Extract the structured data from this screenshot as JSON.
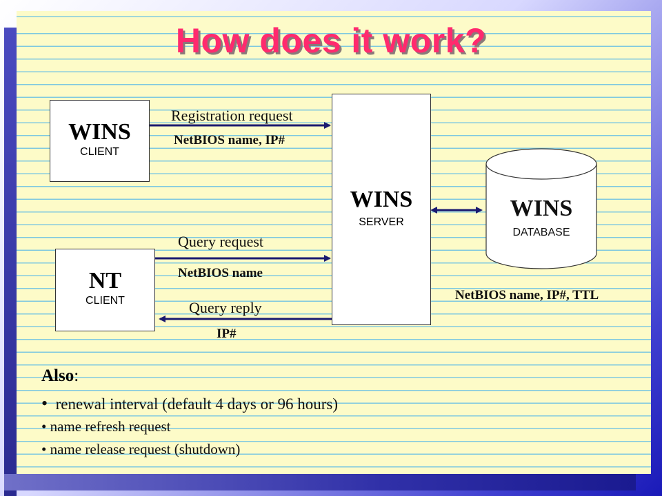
{
  "title": "How does it work?",
  "wins_client": {
    "title": "WINS",
    "subtitle": "CLIENT"
  },
  "nt_client": {
    "title": "NT",
    "subtitle": "CLIENT"
  },
  "wins_server": {
    "title": "WINS",
    "subtitle": "SERVER"
  },
  "wins_database": {
    "title": "WINS",
    "subtitle": "DATABASE"
  },
  "registration": {
    "label": "Registration request",
    "payload": "NetBIOS name, IP#"
  },
  "query_request": {
    "label": "Query request",
    "payload": "NetBIOS name"
  },
  "query_reply": {
    "label": "Query reply",
    "payload": "IP#"
  },
  "database_payload": "NetBIOS name, IP#, TTL",
  "also": {
    "heading": "Also",
    "colon": ":",
    "items": [
      "renewal interval (default 4 days or 96 hours)",
      "name refresh request",
      "name release request (shutdown)"
    ]
  },
  "colors": {
    "title": "#ff2a6e",
    "paper": "#fdfbc8",
    "rule": "#7ec8e0",
    "arrow": "#1a1a70"
  }
}
